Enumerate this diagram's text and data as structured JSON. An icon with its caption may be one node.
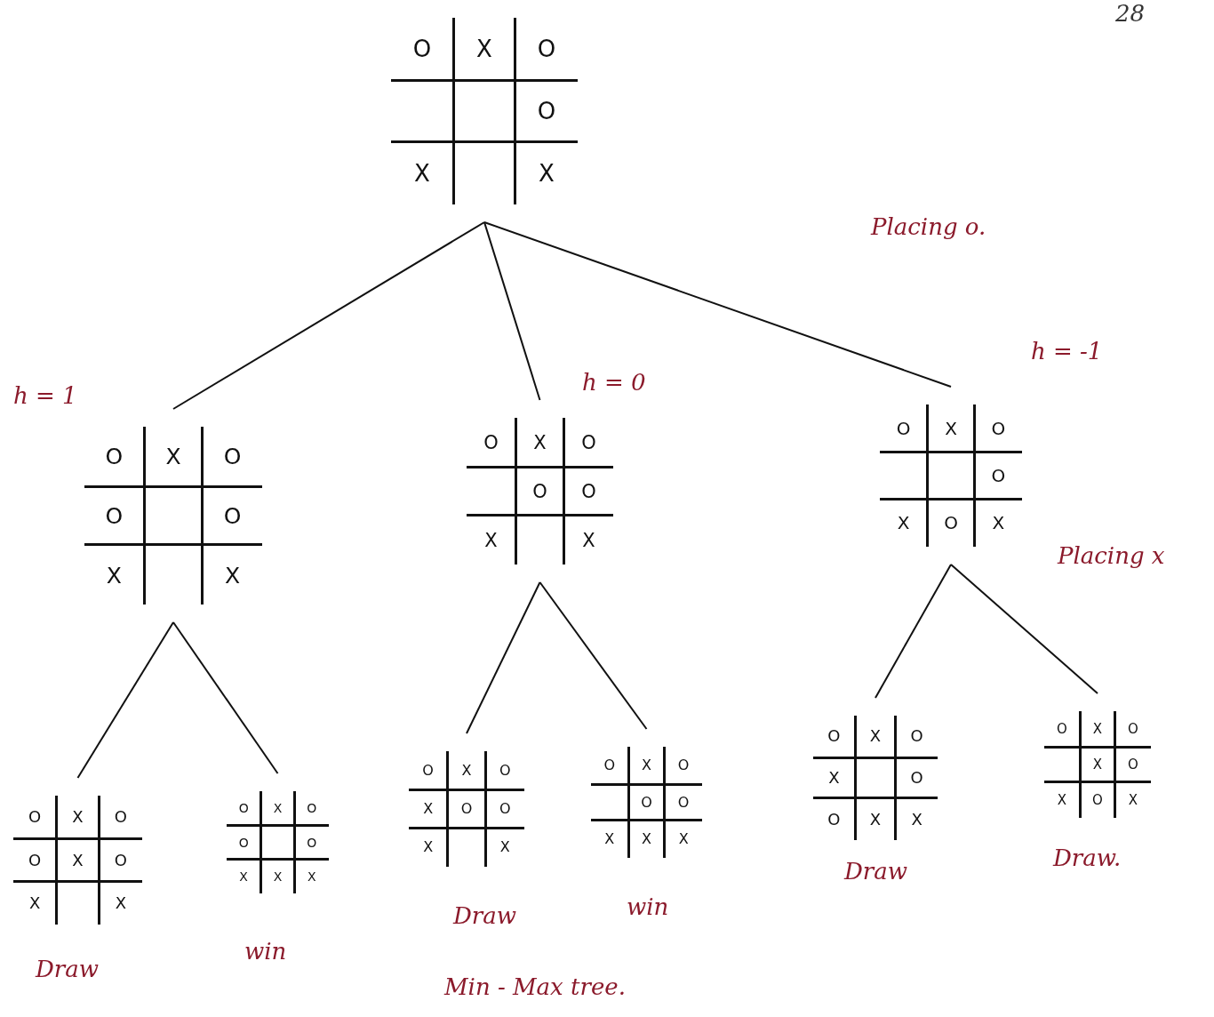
{
  "diagram": {
    "caption": "Min - Max tree.",
    "nodes": [
      {
        "text": [
          "O",
          "X",
          "O",
          "O",
          "X",
          "X"
        ]
      },
      {
        "text": [
          "O",
          "X",
          "O",
          "O",
          "O",
          "X",
          "X"
        ],
        "beside": [
          "h = 1"
        ]
      },
      {
        "text": [
          "O",
          "X",
          "O",
          "O",
          "O",
          "X",
          "X"
        ],
        "beside": [
          "h = 0"
        ]
      },
      {
        "text": [
          "O",
          "X",
          "O",
          "O",
          "X",
          "O",
          "X"
        ],
        "beside": [
          "h = -1"
        ]
      },
      {
        "text": [
          "O",
          "X",
          "O",
          "O",
          "X",
          "O",
          "X",
          "X"
        ],
        "beside": [
          "Draw"
        ]
      },
      {
        "text": [
          "O",
          "X",
          "O",
          "O",
          "O",
          "X",
          "X",
          "X"
        ],
        "beside": [
          "win"
        ]
      },
      {
        "text": [
          "O",
          "X",
          "O",
          "X",
          "O",
          "O",
          "X",
          "X"
        ],
        "beside": [
          "Draw"
        ]
      },
      {
        "text": [
          "O",
          "X",
          "O",
          "O",
          "O",
          "X",
          "X",
          "X"
        ],
        "beside": [
          "win"
        ]
      },
      {
        "text": [
          "O",
          "X",
          "O",
          "X",
          "O",
          "O",
          "X",
          "X"
        ],
        "beside": [
          "Draw"
        ]
      },
      {
        "text": [
          "O",
          "X",
          "O",
          "X",
          "O",
          "X",
          "O",
          "X"
        ],
        "beside": [
          "Draw."
        ]
      }
    ],
    "edges": [
      {
        "from": 0,
        "to": 1,
        "arrow": "none"
      },
      {
        "from": 0,
        "to": 2,
        "arrow": "none"
      },
      {
        "from": 0,
        "to": 3,
        "arrow": "none"
      },
      {
        "from": 1,
        "to": 4,
        "arrow": "none"
      },
      {
        "from": 1,
        "to": 5,
        "arrow": "none"
      },
      {
        "from": 2,
        "to": 6,
        "arrow": "none"
      },
      {
        "from": 2,
        "to": 7,
        "arrow": "none"
      },
      {
        "from": 3,
        "to": 8,
        "arrow": "none"
      },
      {
        "from": 3,
        "to": 9,
        "arrow": "none"
      }
    ],
    "labels": [
      "28",
      "Placing o.",
      "Placing x"
    ]
  }
}
